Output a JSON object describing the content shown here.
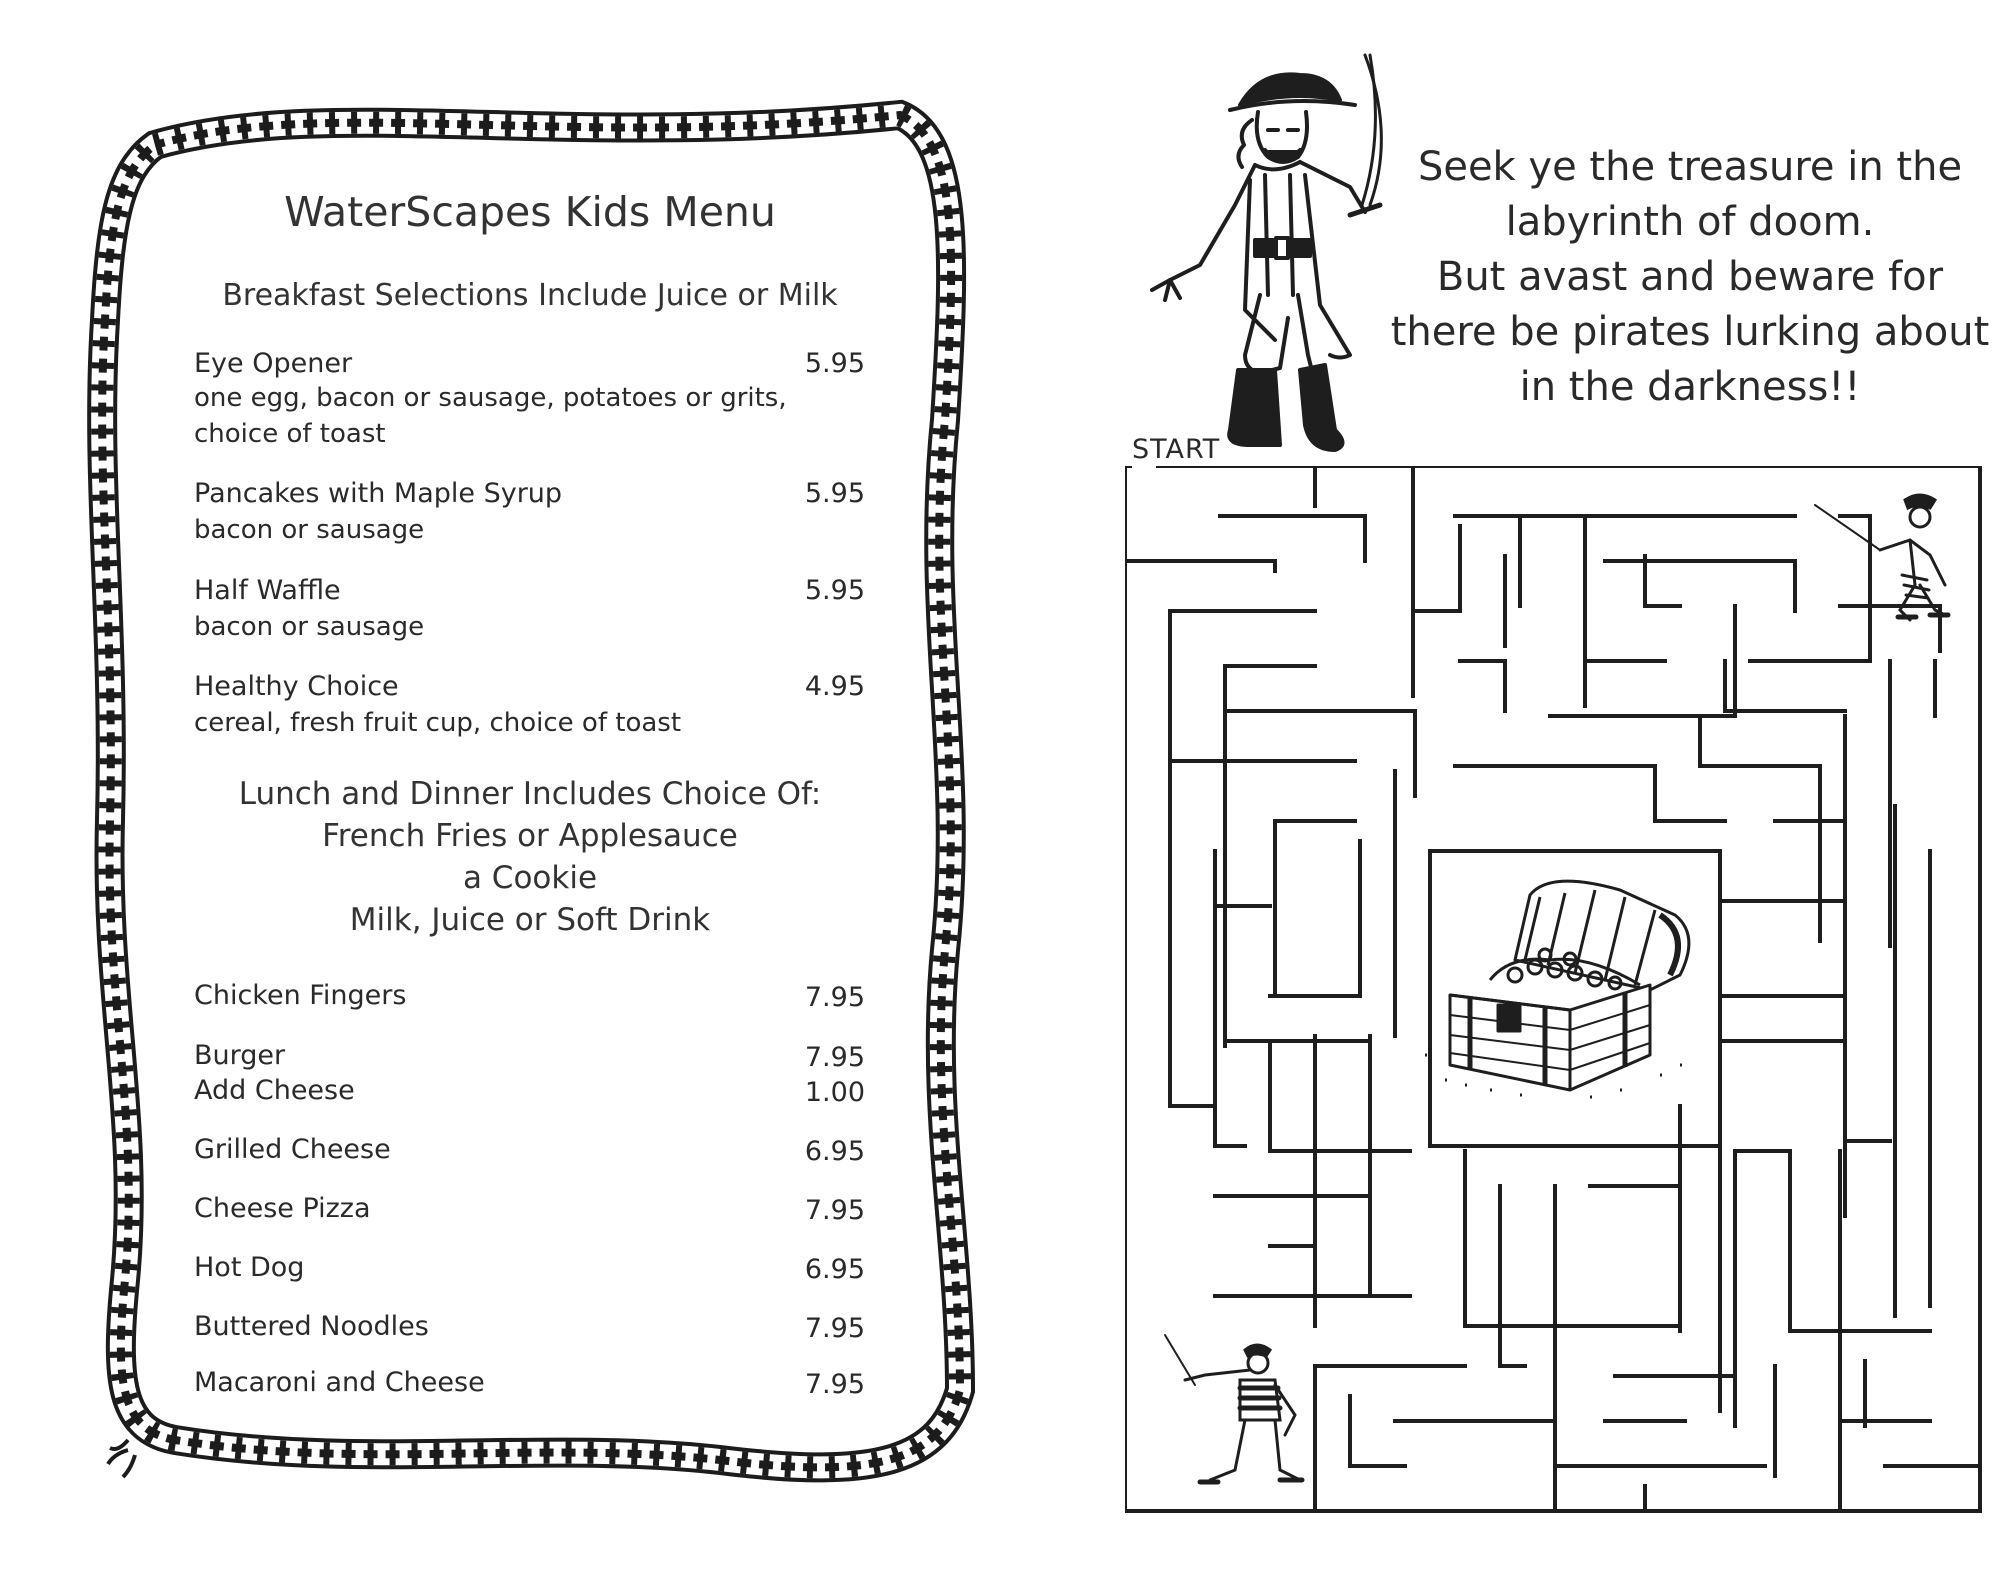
{
  "menu": {
    "title": "WaterScapes Kids Menu",
    "breakfast_heading": "Breakfast Selections Include Juice or Milk",
    "breakfast_items": [
      {
        "name": "Eye Opener",
        "price": "5.95",
        "desc": "one egg, bacon or sausage, potatoes or grits, choice of toast"
      },
      {
        "name": "Pancakes with Maple Syrup",
        "price": "5.95",
        "desc": "bacon or sausage"
      },
      {
        "name": "Half Waffle",
        "price": "5.95",
        "desc": "bacon or sausage"
      },
      {
        "name": "Healthy Choice",
        "price": "4.95",
        "desc": "cereal, fresh fruit cup, choice of toast"
      }
    ],
    "lunch_heading_lines": [
      "Lunch and Dinner Includes Choice Of:",
      "French Fries or Applesauce",
      "a Cookie",
      "Milk, Juice or Soft Drink"
    ],
    "lunch_items": [
      {
        "name": "Chicken Fingers",
        "price": "7.95"
      },
      {
        "name": "Burger",
        "price": "7.95"
      },
      {
        "name": "Add Cheese",
        "price": "1.00"
      },
      {
        "name": "Grilled Cheese",
        "price": "6.95"
      },
      {
        "name": "Cheese Pizza",
        "price": "7.95"
      },
      {
        "name": "Hot Dog",
        "price": "6.95"
      },
      {
        "name": "Buttered Noodles",
        "price": "7.95"
      },
      {
        "name": "Macaroni and Cheese",
        "price": "7.95"
      }
    ]
  },
  "maze": {
    "intro_lines": [
      "Seek ye the treasure in the",
      "labyrinth of doom.",
      "But avast and beware for",
      "there be pirates lurking about",
      "in the darkness!!"
    ],
    "start_label": "START"
  },
  "icons": {
    "pirate_captain": "pirate-captain-icon",
    "pirate_sword_top": "pirate-sword-icon",
    "pirate_sword_bottom": "pirate-sword-icon",
    "treasure_chest": "treasure-chest-icon",
    "rope_border": "rope-border-icon"
  },
  "colors": {
    "ink": "#2a2a2a",
    "paper": "#ffffff"
  }
}
